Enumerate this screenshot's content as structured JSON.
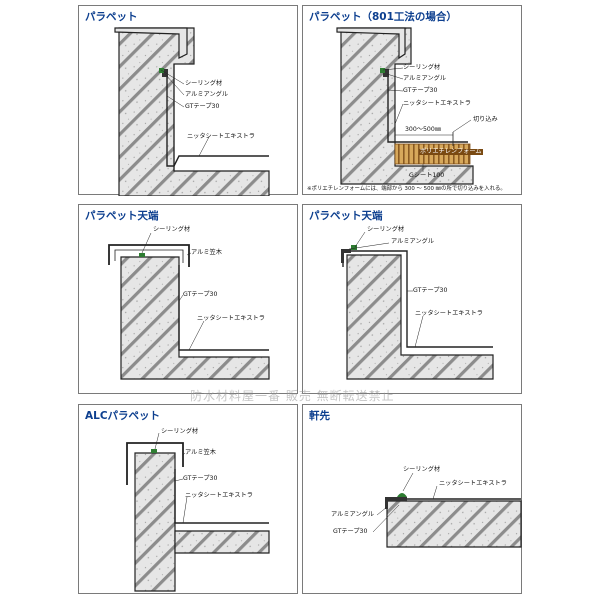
{
  "panels": [
    {
      "title": "パラペット",
      "labels": {
        "sealing": "シーリング材",
        "angle": "アルミアングル",
        "gt": "GTテープ30",
        "sheet": "ニッタシートエキストラ"
      }
    },
    {
      "title": "パラペット（801工法の場合）",
      "labels": {
        "sealing": "シーリング材",
        "angle": "アルミアングル",
        "gt": "GTテープ30",
        "sheet": "ニッタシートエキストラ",
        "cut": "切り込み",
        "dim": "300～500㎜",
        "foam": "ポリエチレンフォーム",
        "gsheet": "Gシート100"
      },
      "note": "※ポリエチレンフォームには、端部から 300 ～ 500 ㎜の所で切り込みを入れる。"
    },
    {
      "title": "パラペット天端",
      "labels": {
        "sealing": "シーリング材",
        "kasagi": "アルミ笠木",
        "gt": "GTテープ30",
        "sheet": "ニッタシートエキストラ"
      }
    },
    {
      "title": "パラペット天端",
      "labels": {
        "sealing": "シーリング材",
        "angle": "アルミアングル",
        "gt": "GTテープ30",
        "sheet": "ニッタシートエキストラ"
      }
    },
    {
      "title": "ALCパラペット",
      "labels": {
        "sealing": "シーリング材",
        "kasagi": "アルミ笠木",
        "gt": "GTテープ30",
        "sheet": "ニッタシートエキストラ"
      }
    },
    {
      "title": "軒先",
      "labels": {
        "sealing": "シーリング材",
        "sheet": "ニッタシートエキストラ",
        "angle": "アルミアングル",
        "gt": "GTテープ30"
      }
    }
  ],
  "watermark": "防水材料屋一番 販売 無断転送禁止",
  "colors": {
    "title": "#0d3f8f",
    "concrete": "#e6e6e6",
    "hatch": "#8c8c8c",
    "foam": "#c98f3c",
    "sealant": "#2e7d32",
    "border": "#7a7a7a"
  }
}
